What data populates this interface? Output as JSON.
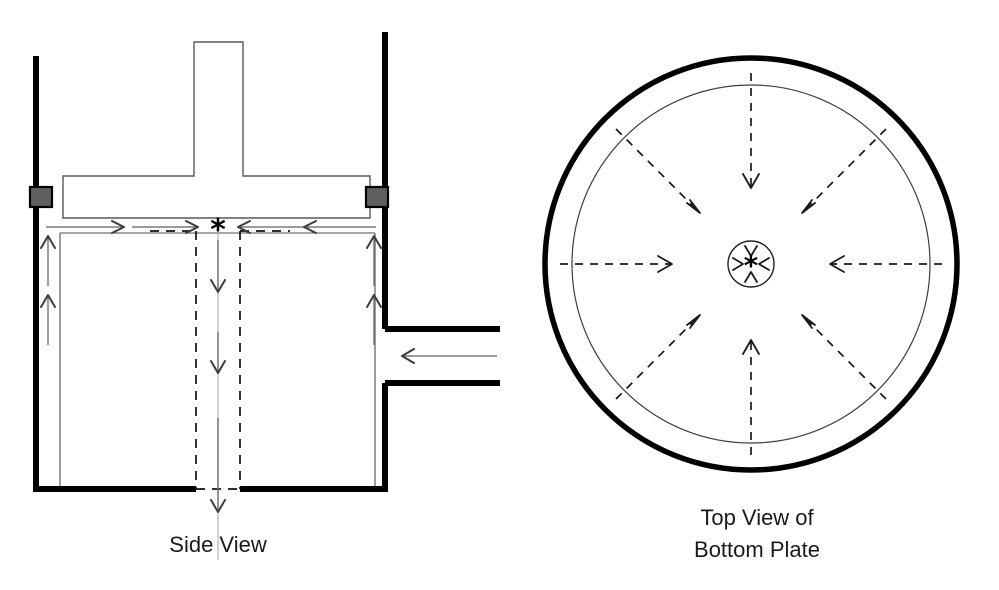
{
  "figure": {
    "kind": "engineering-cross-section-diagram",
    "background_color": "#ffffff",
    "ink_color": "#000000",
    "flow_arrow_color": "#7a7a7a",
    "seal_fill_color": "#5f5f5f"
  },
  "side_view": {
    "caption": "Side View",
    "center_marker": "*",
    "components": {
      "vessel_wall_label": "vessel-wall",
      "piston_label": "t-shaped-plunger",
      "seal_label": "o-ring-seal",
      "inlet_label": "side-inlet-port",
      "outlet_label": "bottom-outlet",
      "chamber_label": "chamber"
    },
    "flow_arrows": {
      "top_inward_left": "right",
      "top_inward_right": "left",
      "center_downward": "down",
      "side_upward_left": "up",
      "side_upward_right": "up",
      "inlet": "left",
      "outlet": "down"
    }
  },
  "top_view": {
    "caption_line_1": "Top View of",
    "caption_line_2": "Bottom Plate",
    "center_marker": "*",
    "components": {
      "outer_circle_label": "plate-outer-rim",
      "inner_circle_label": "plate-inner-circle",
      "hub_circle_label": "center-hole",
      "radial_arrows_label": "radial-inflow-arrows"
    },
    "radial_arrow_count": 8,
    "radial_arrow_direction": "inward-to-center",
    "hub_arrow_count": 4
  }
}
